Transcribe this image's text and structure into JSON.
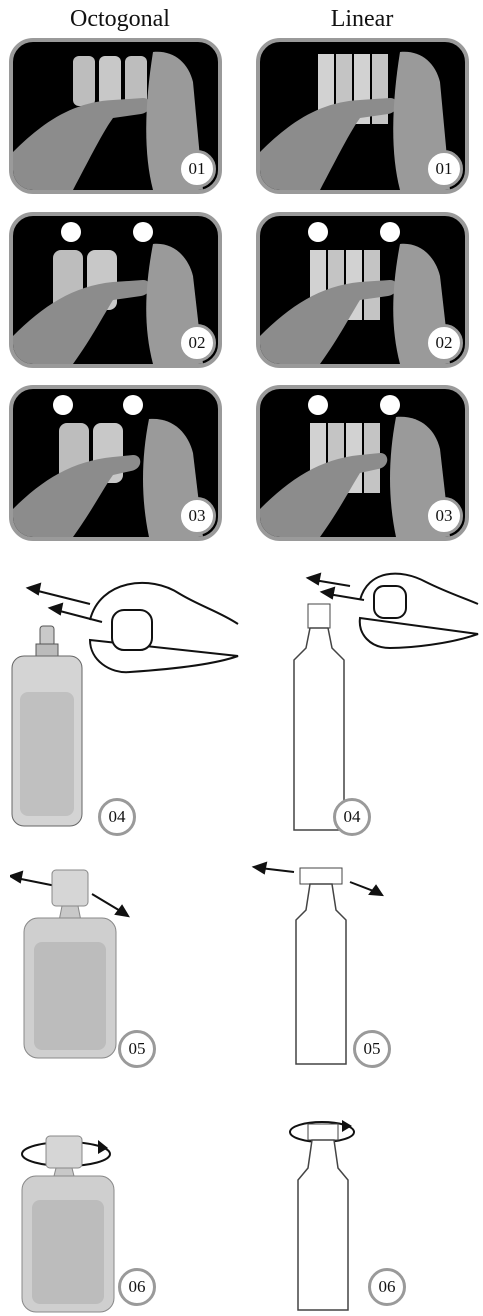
{
  "columns": {
    "left_title": "Octogonal",
    "right_title": "Linear"
  },
  "steps": {
    "left": [
      "01",
      "02",
      "03",
      "04",
      "05",
      "06"
    ],
    "right": [
      "01",
      "02",
      "03",
      "04",
      "05",
      "06"
    ]
  },
  "colors": {
    "panel_background": "#000000",
    "panel_border": "#9a9a9a",
    "hand": "#8c8c8c",
    "vial": "#c9c9c9"
  },
  "icons": [
    "hand-icon",
    "ampoule-strip-icon",
    "rotate-arrow-icon",
    "pull-arrow-icon"
  ]
}
